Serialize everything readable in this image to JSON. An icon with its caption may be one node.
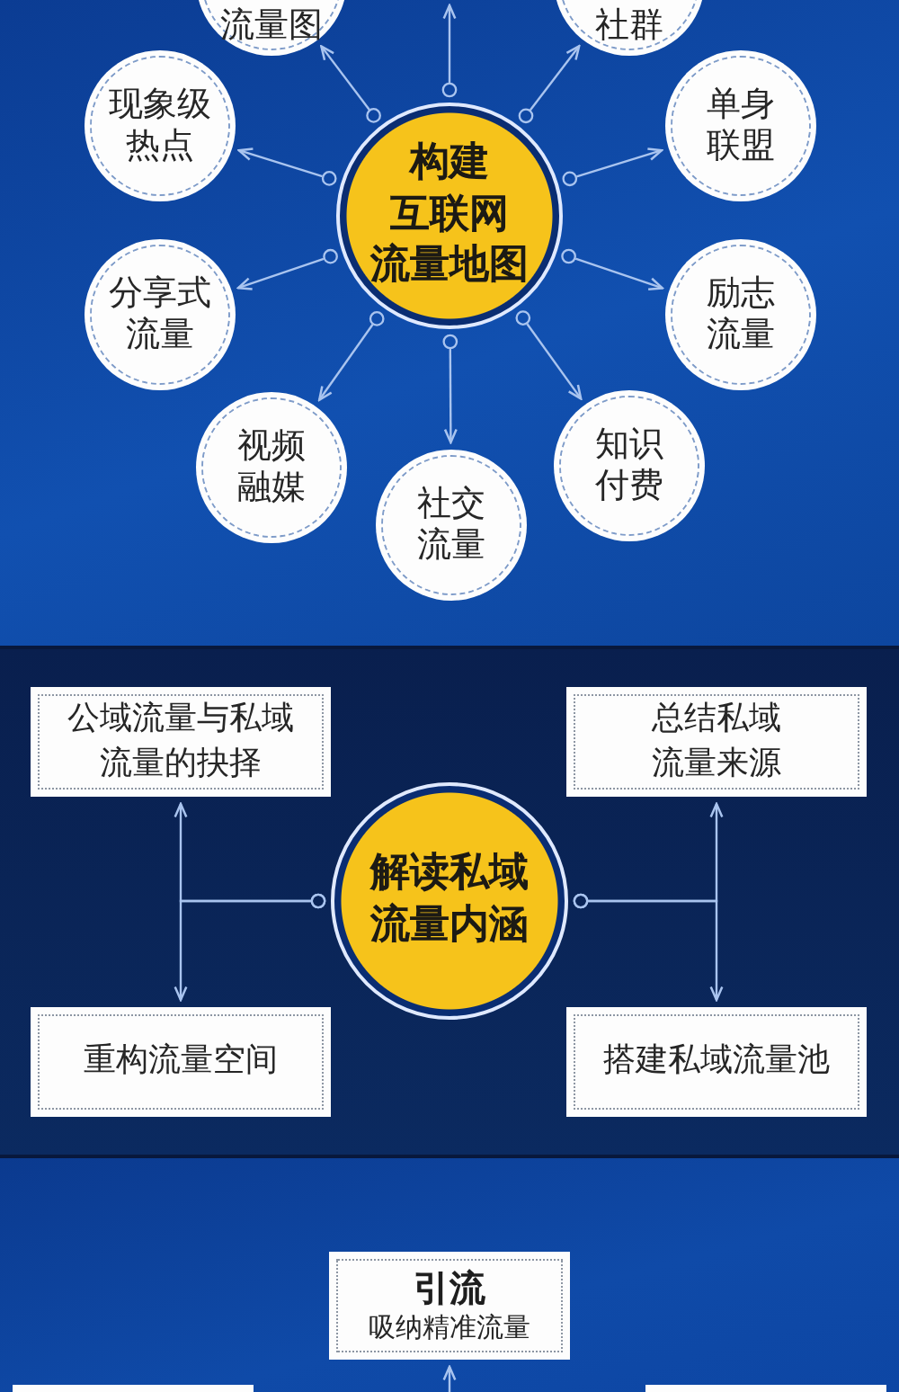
{
  "diagram": {
    "nodes": [
      {
        "text": [
          "流量图"
        ]
      },
      {
        "text": [
          "社群"
        ]
      },
      {
        "text": [
          "现象级热点"
        ]
      },
      {
        "text": [
          "构建互联网流量地图"
        ]
      },
      {
        "text": [
          "单身联盟"
        ]
      },
      {
        "text": [
          "分享式流量"
        ]
      },
      {
        "text": [
          "励志流量"
        ]
      },
      {
        "text": [
          "视频融媒"
        ]
      },
      {
        "text": [
          "知识付费"
        ]
      },
      {
        "text": [
          "社交流量"
        ]
      },
      {
        "text": [
          "公域流量与私域流量的抉择"
        ]
      },
      {
        "text": [
          "总结私域流量来源"
        ]
      },
      {
        "text": [
          "解读私域流量内涵"
        ]
      },
      {
        "text": [
          "重构流量空间"
        ]
      },
      {
        "text": [
          "搭建私域流量池"
        ]
      },
      {
        "text": [
          "引流",
          "吸纳精准流量"
        ]
      },
      {
        "text": [],
        "shape": "box"
      },
      {
        "text": [],
        "shape": "box"
      }
    ],
    "edges": [
      {
        "from": 3,
        "to": 0,
        "arrow": "to"
      },
      {
        "from": 3,
        "to": null,
        "arrow": "to"
      },
      {
        "from": 3,
        "to": 1,
        "arrow": "to"
      },
      {
        "from": 3,
        "to": 2,
        "arrow": "to"
      },
      {
        "from": 3,
        "to": 4,
        "arrow": "to"
      },
      {
        "from": 3,
        "to": 5,
        "arrow": "to"
      },
      {
        "from": 3,
        "to": 6,
        "arrow": "to"
      },
      {
        "from": 3,
        "to": 7,
        "arrow": "to"
      },
      {
        "from": 3,
        "to": 9,
        "arrow": "to"
      },
      {
        "from": 3,
        "to": 8,
        "arrow": "to"
      },
      {
        "from": 12,
        "to": 10,
        "arrow": "to"
      },
      {
        "from": 12,
        "to": 13,
        "arrow": "to"
      },
      {
        "from": 12,
        "to": 11,
        "arrow": "to"
      },
      {
        "from": 12,
        "to": 14,
        "arrow": "to"
      },
      {
        "from": null,
        "to": 15,
        "arrow": "to"
      }
    ]
  }
}
